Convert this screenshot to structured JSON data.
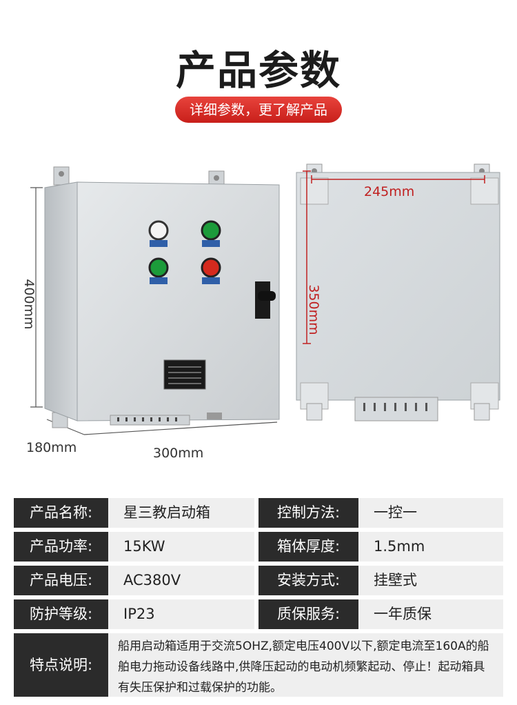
{
  "header": {
    "title": "产品参数",
    "subtitle": "详细参数，更了解产品"
  },
  "dimensions": {
    "height": "400mm",
    "depth": "180mm",
    "width": "300mm",
    "back_width": "245mm",
    "back_height": "350mm"
  },
  "specs": [
    {
      "k1": "产品名称:",
      "v1": "星三教启动箱",
      "k2": "控制方法:",
      "v2": "一控一"
    },
    {
      "k1": "产品功率:",
      "v1": "15KW",
      "k2": "箱体厚度:",
      "v2": "1.5mm"
    },
    {
      "k1": "产品电压:",
      "v1": "AC380V",
      "k2": "安装方式:",
      "v2": "挂壁式"
    },
    {
      "k1": "防护等级:",
      "v1": "IP23",
      "k2": "质保服务:",
      "v2": "一年质保"
    }
  ],
  "feature": {
    "label": "特点说明:",
    "text": "船用启动箱适用于交流5OHZ,额定电压400V以下,额定电流至160A的船舶电力拖动设备线路中,供降压起动的电动机频繁起动、停止！起动箱具有失压保护和过载保护的功能。"
  },
  "colors": {
    "accent": "#d42a23",
    "label_bg": "#2b2b2b",
    "value_bg": "#efefef",
    "cabinet": "#d8dcdf"
  }
}
